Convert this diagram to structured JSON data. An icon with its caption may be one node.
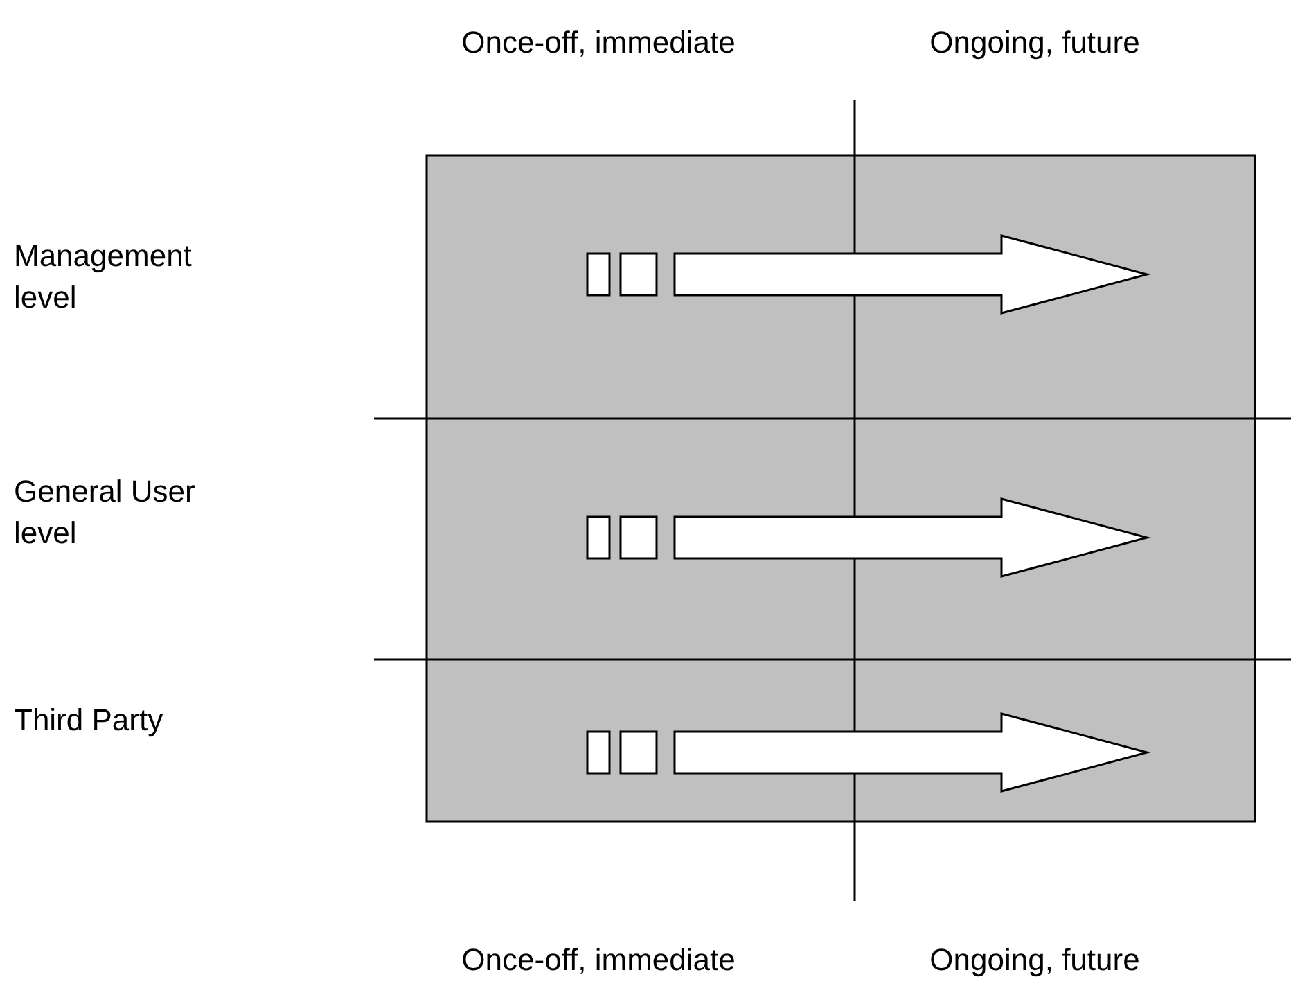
{
  "diagram": {
    "labels": [
      "Once-off, immediate",
      "Ongoing, future",
      "Management level",
      "General User level",
      "Third Party",
      "Once-off, immediate",
      "Ongoing, future"
    ]
  }
}
